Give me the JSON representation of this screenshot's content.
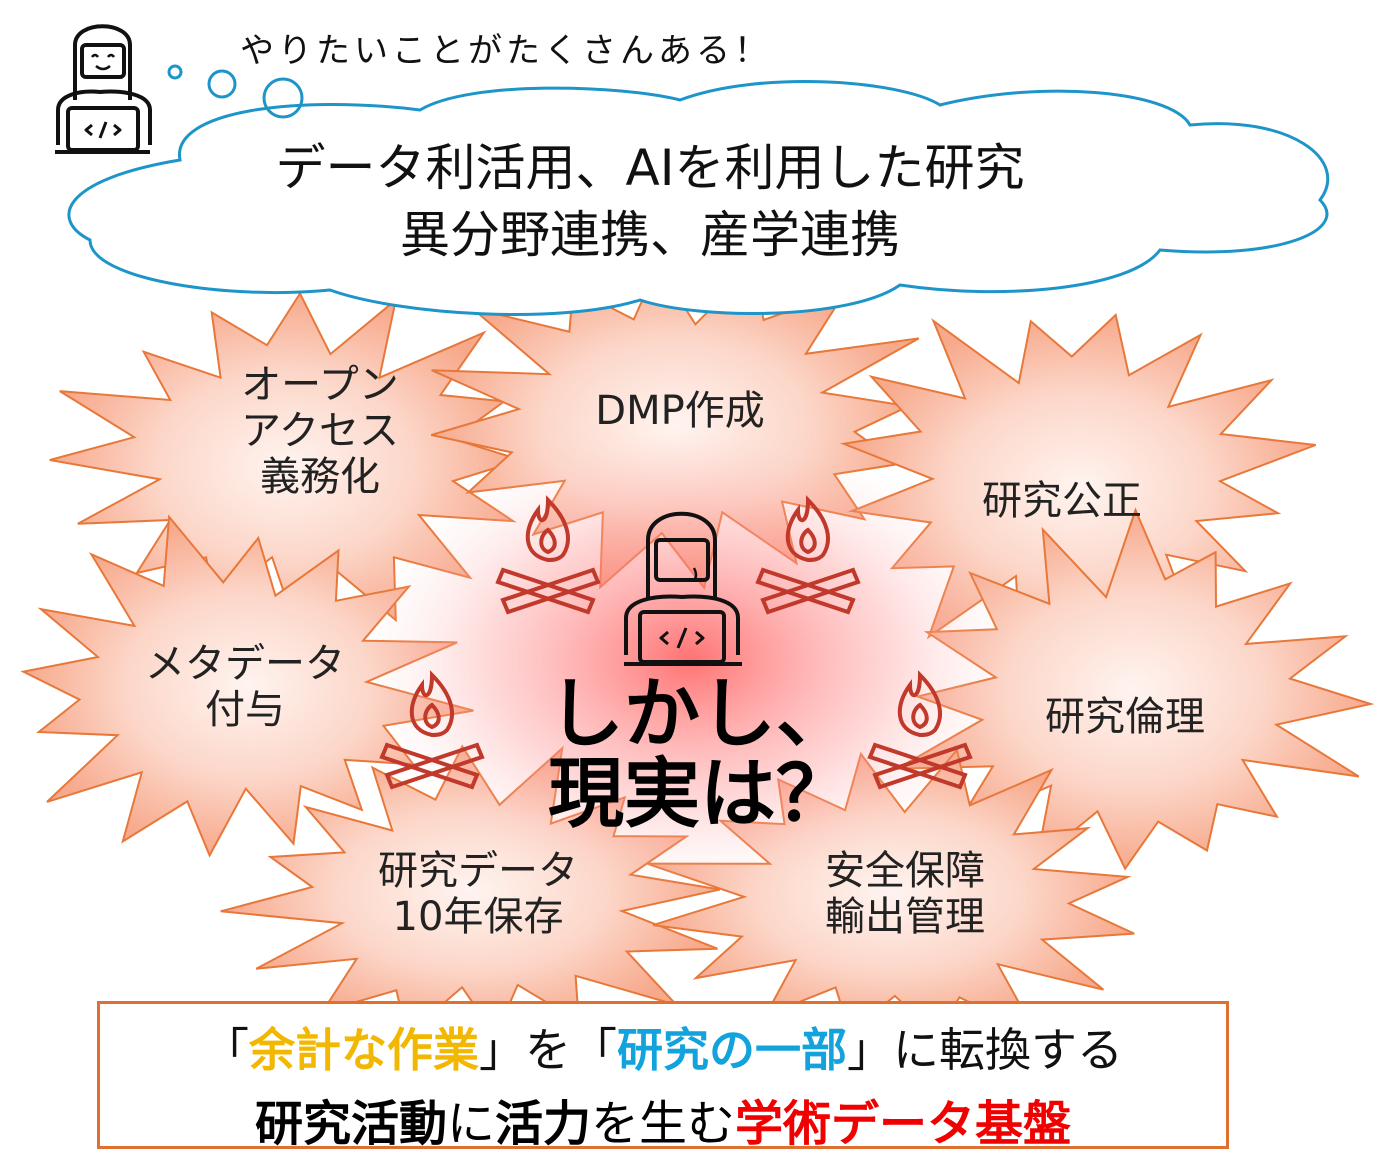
{
  "thought_caption": "やりたいことがたくさんある！",
  "cloud": {
    "line1": "データ利活用、AIを利用した研究",
    "line2": "異分野連携、産学連携"
  },
  "bursts": [
    {
      "lines": [
        "オープン",
        "アクセス",
        "義務化"
      ]
    },
    {
      "lines": [
        "DMP作成"
      ]
    },
    {
      "lines": [
        "研究公正"
      ]
    },
    {
      "lines": [
        "メタデータ",
        "付与"
      ]
    },
    {
      "lines": [
        "研究倫理"
      ]
    },
    {
      "lines": [
        "研究データ",
        "10年保存"
      ]
    },
    {
      "lines": [
        "安全保障",
        "輸出管理"
      ]
    }
  ],
  "center": {
    "line1": "しかし、",
    "line2": "現実は？"
  },
  "bottom": {
    "open1": "「",
    "highlight1": "余計な作業",
    "close1": "」",
    "mid": "を",
    "open2": "「",
    "highlight2": "研究の一部",
    "close2": "」",
    "end": "に転換する",
    "b1": "研究活動",
    "b2": "に",
    "b3": "活力",
    "b4": "を生む",
    "b5": "学術データ基盤"
  },
  "colors": {
    "cloud": "#1E95C8",
    "burst_stroke": "#E8783A",
    "highlight_yellow": "#F2B700",
    "highlight_blue": "#12A3DD",
    "highlight_red": "#F00000",
    "fire": "#C0392B"
  }
}
